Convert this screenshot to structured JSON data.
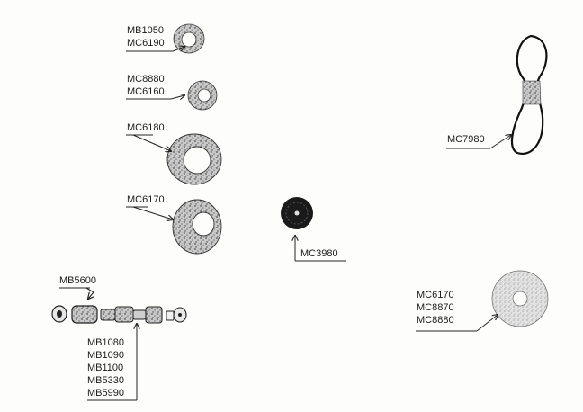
{
  "labels": {
    "ring1_a": "MB1050",
    "ring1_b": "MC6190",
    "ring2_a": "MC8880",
    "ring2_b": "MC6160",
    "ring3": "MC6180",
    "ring4": "MC6170",
    "disc": "MC3980",
    "band": "MC7980",
    "assembly_top": "MB5600",
    "assembly_list": [
      "MB1080",
      "MB1090",
      "MB1100",
      "MB5330",
      "MB5990"
    ],
    "big_ring_list": [
      "MC6170",
      "MC8870",
      "MC8880"
    ]
  }
}
